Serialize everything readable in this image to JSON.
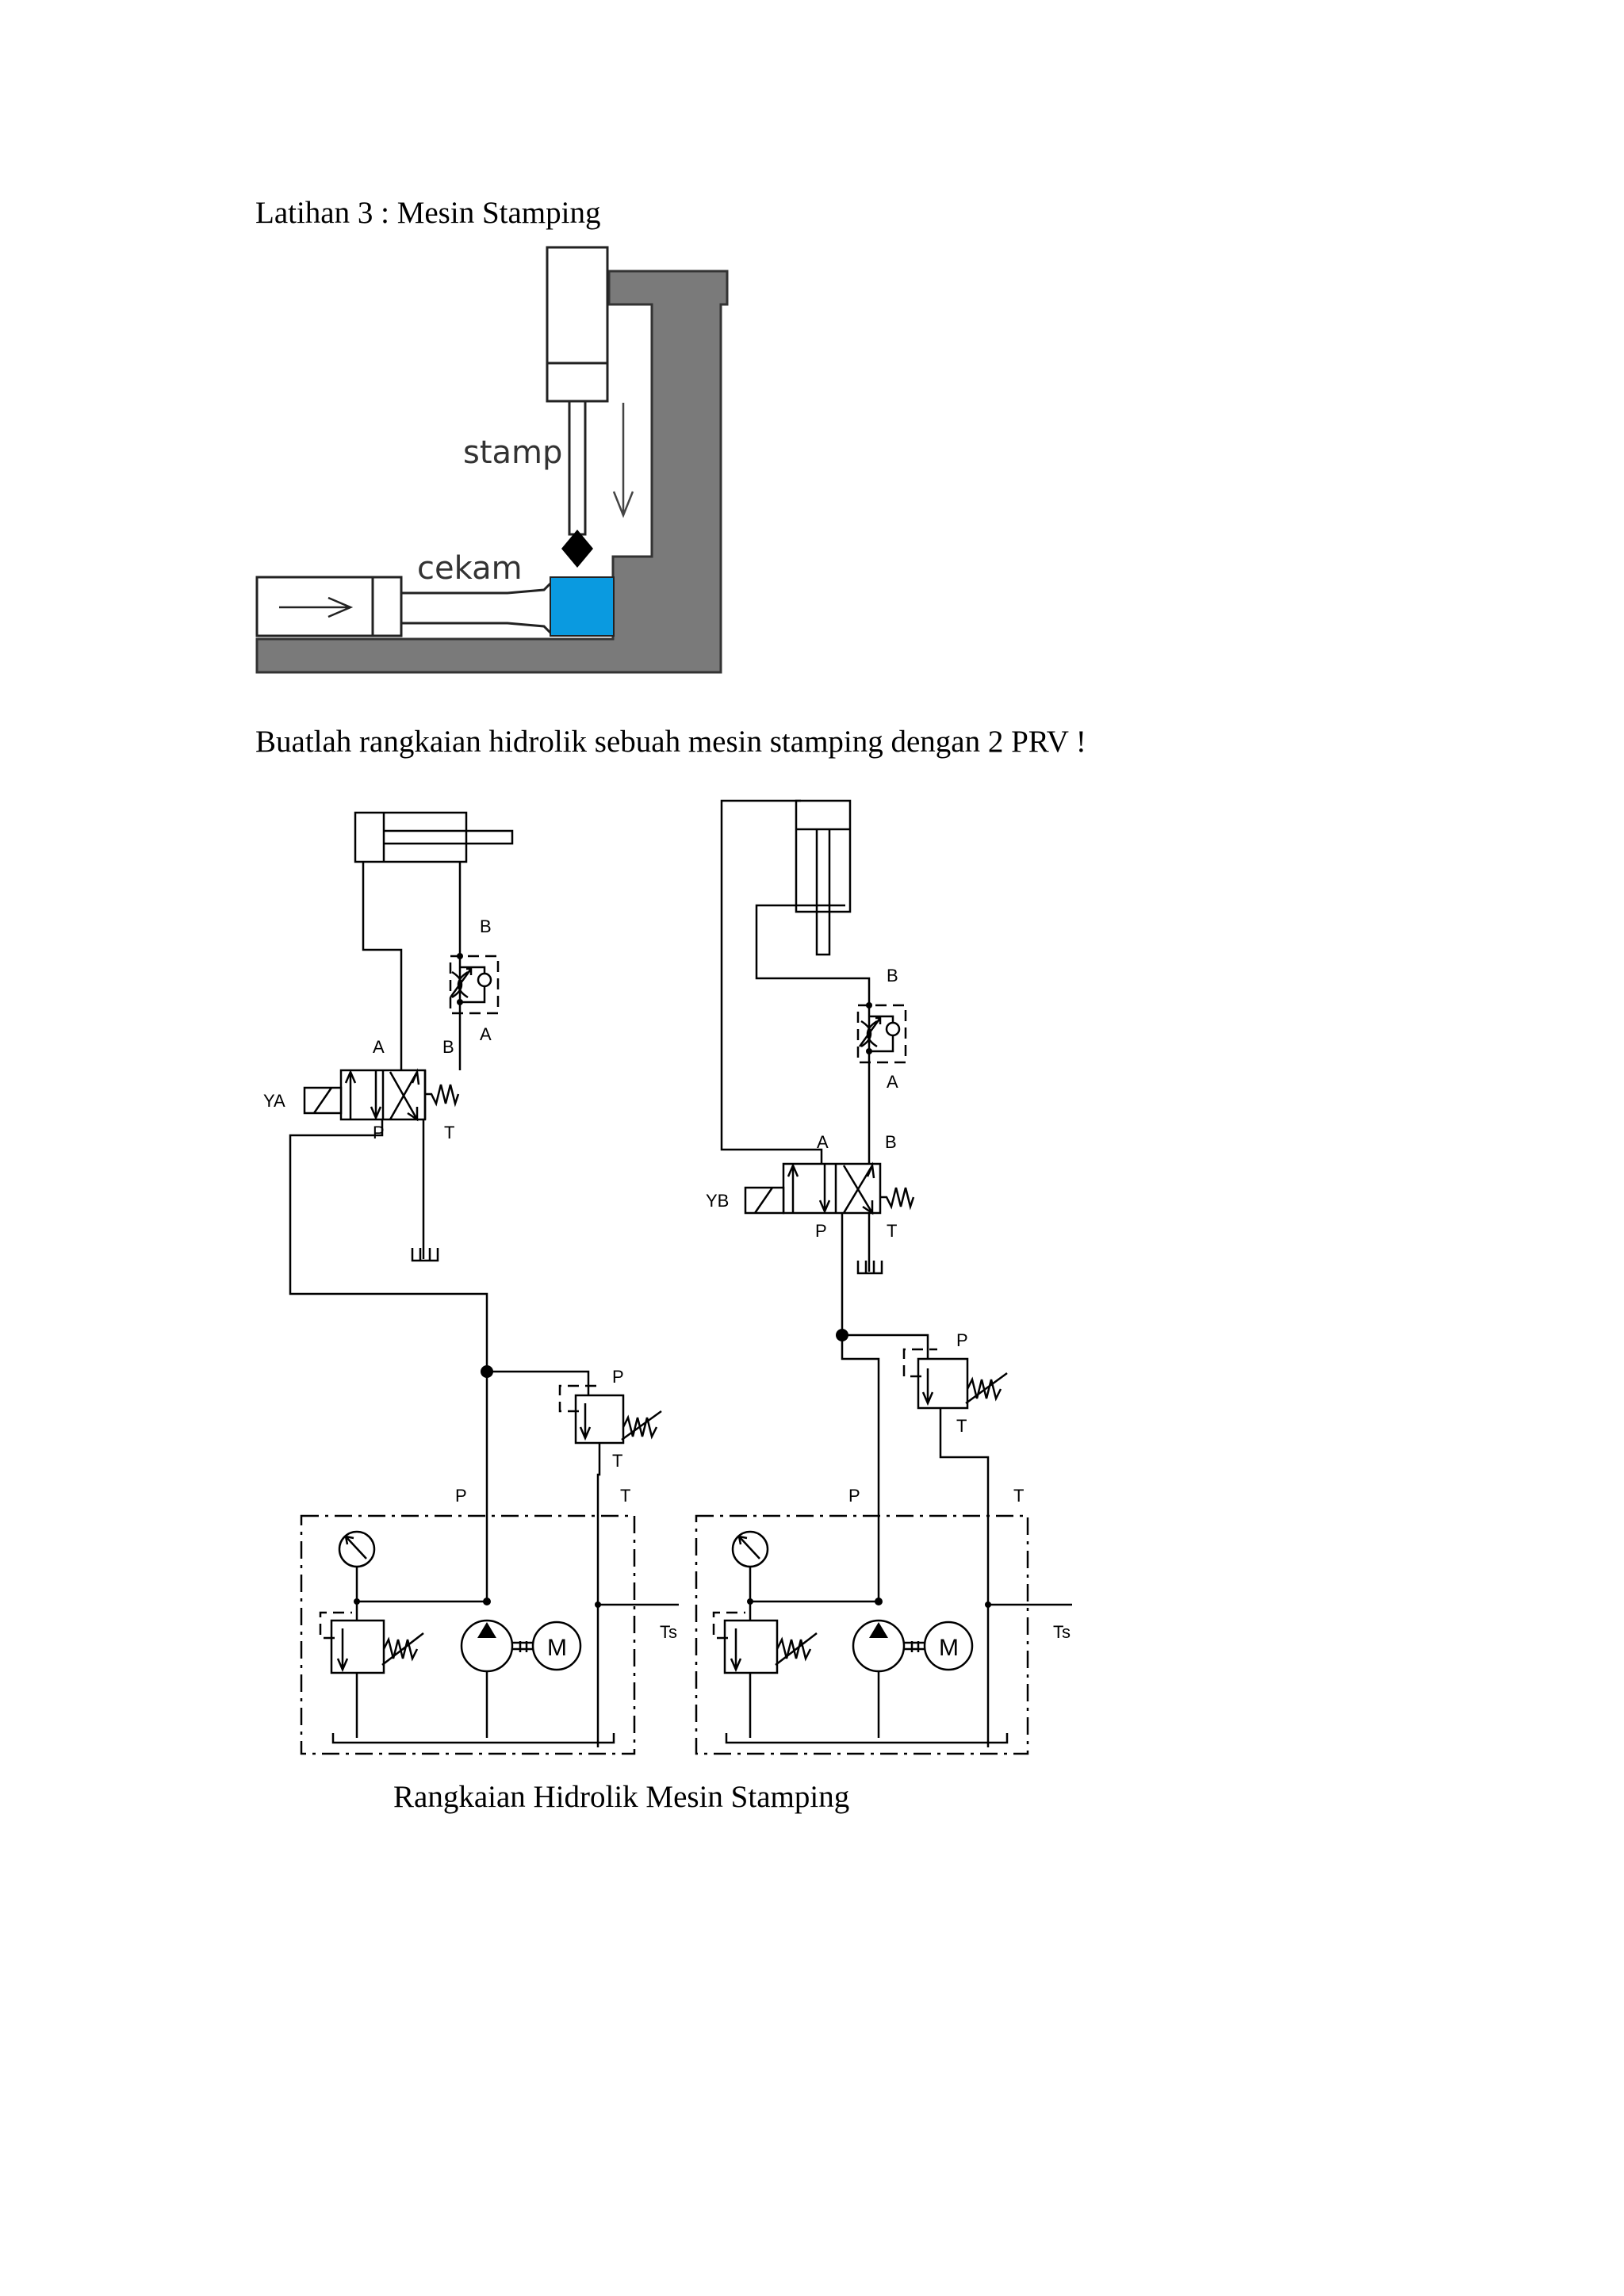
{
  "document": {
    "heading": "Latihan 3 : Mesin Stamping",
    "instruction": "Buatlah rangkaian hidrolik sebuah mesin stamping dengan 2 PRV !",
    "caption": "Rangkaian Hidrolik Mesin Stamping"
  },
  "machine_sketch": {
    "stamp_label": "stamp",
    "clamp_label": "cekam",
    "colors": {
      "frame": "#7a7a7a",
      "workpiece": "#0a9ae0"
    }
  },
  "circuit_left": {
    "solenoid": "YA",
    "valve_ports": {
      "a": "A",
      "b": "B",
      "p": "P",
      "t": "T"
    },
    "flow_valve_ports": {
      "b": "B",
      "a": "A"
    },
    "prv_ports": {
      "p": "P",
      "t": "T"
    },
    "unit_ports": {
      "p": "P",
      "t": "T",
      "ts": "Ts"
    },
    "motor": "M"
  },
  "circuit_right": {
    "solenoid": "YB",
    "valve_ports": {
      "a": "A",
      "b": "B",
      "p": "P",
      "t": "T"
    },
    "flow_valve_ports": {
      "b": "B",
      "a": "A"
    },
    "prv_ports": {
      "p": "P",
      "t": "T"
    },
    "unit_ports": {
      "p": "P",
      "t": "T",
      "ts": "Ts"
    },
    "motor": "M"
  }
}
